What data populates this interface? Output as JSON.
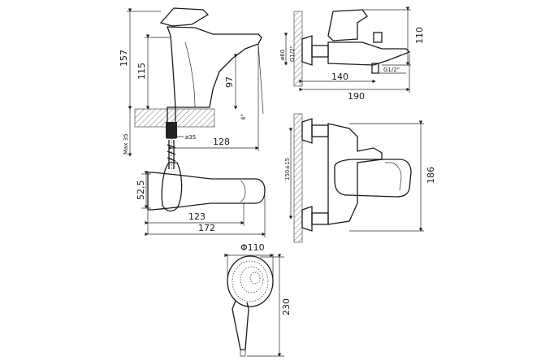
{
  "basin_mixer": {
    "height_total": "157",
    "height_body": "115",
    "height_spout": "97",
    "reach": "128",
    "max_thickness": "Max 35",
    "hole_diameter": "ø35",
    "spout_angle": "4°"
  },
  "basin_top": {
    "width": "52,5",
    "reach": "123",
    "length": "172"
  },
  "bath_mixer_side": {
    "height": "110",
    "escutcheon": "ø60",
    "thread_in": "G1/2\"",
    "thread_out": "G1/2\"",
    "reach_spout": "140",
    "reach_total": "190"
  },
  "bath_mixer_front": {
    "centers": "150±15",
    "height": "186"
  },
  "hand_shower": {
    "diameter": "Φ110",
    "length": "230"
  }
}
